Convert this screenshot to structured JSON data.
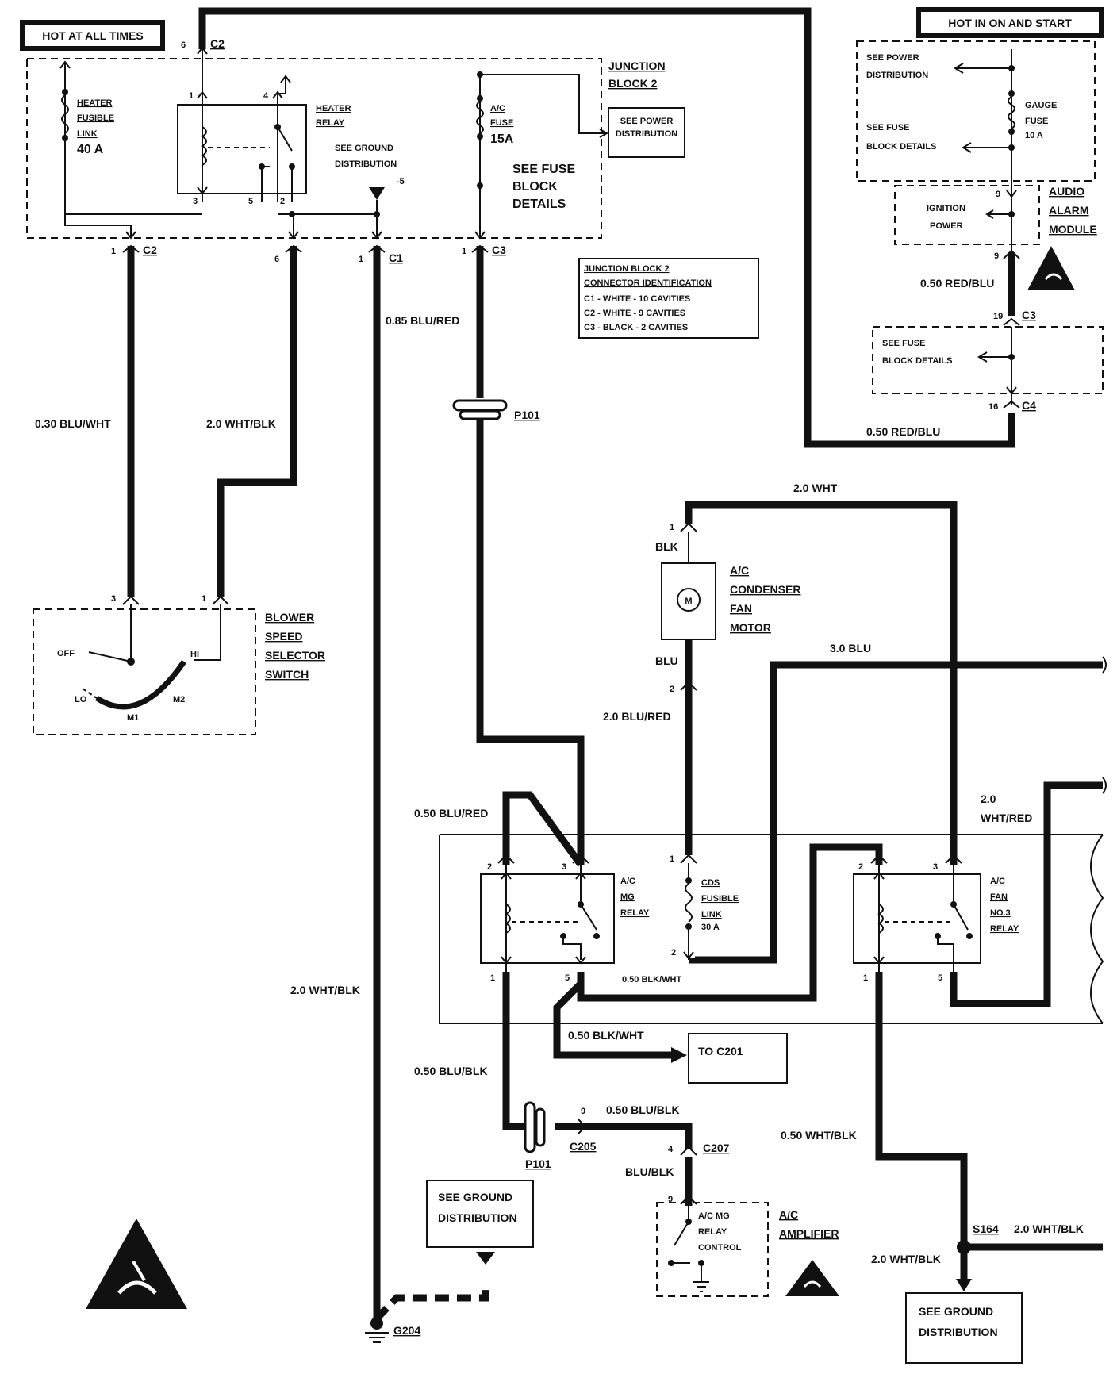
{
  "labels": {
    "hot_at_all_times": "HOT AT ALL TIMES",
    "hot_in_on_and_start": "HOT IN ON AND START",
    "junction_block_2_l1": "JUNCTION",
    "junction_block_2_l2": "BLOCK 2",
    "see_power_dist_l1": "SEE POWER",
    "see_power_dist_l2": "DISTRIBUTION",
    "heater_fusible_l1": "HEATER",
    "heater_fusible_l2": "FUSIBLE",
    "heater_fusible_l3": "LINK",
    "heater_fusible_rating": "40 A",
    "heater_relay_l1": "HEATER",
    "heater_relay_l2": "RELAY",
    "see_ground_dist_l1": "SEE GROUND",
    "see_ground_dist_l2": "DISTRIBUTION",
    "ground_ref": "-5",
    "ac_fuse_l1": "A/C",
    "ac_fuse_l2": "FUSE",
    "ac_fuse_rating": "15A",
    "see_fuse_block_l1": "SEE FUSE",
    "see_fuse_block_l2": "BLOCK",
    "see_fuse_block_l3": "DETAILS",
    "jb2_conn_title_l1": "JUNCTION BLOCK 2",
    "jb2_conn_title_l2": "CONNECTOR IDENTIFICATION",
    "jb2_conn_c1": "C1 - WHITE - 10 CAVITIES",
    "jb2_conn_c2": "C2 - WHITE - 9 CAVITIES",
    "jb2_conn_c3": "C3 - BLACK - 2 CAVITIES",
    "see_power_dist_r_l1": "SEE POWER",
    "see_power_dist_r_l2": "DISTRIBUTION",
    "see_fuse_r_l1": "SEE FUSE",
    "see_fuse_r_l2": "BLOCK DETAILS",
    "gauge_fuse_l1": "GAUGE",
    "gauge_fuse_l2": "FUSE",
    "gauge_fuse_rating": "10 A",
    "ignition_power_l1": "IGNITION",
    "ignition_power_l2": "POWER",
    "audio_alarm_l1": "AUDIO",
    "audio_alarm_l2": "ALARM",
    "audio_alarm_l3": "MODULE",
    "see_fuse_r2_l1": "SEE FUSE",
    "see_fuse_r2_l2": "BLOCK DETAILS",
    "blower_l1": "BLOWER",
    "blower_l2": "SPEED",
    "blower_l3": "SELECTOR",
    "blower_l4": "SWITCH",
    "sw_off": "OFF",
    "sw_hi": "HI",
    "sw_lo": "LO",
    "sw_m1": "M1",
    "sw_m2": "M2",
    "cond_fan_l1": "A/C",
    "cond_fan_l2": "CONDENSER",
    "cond_fan_l3": "FAN",
    "cond_fan_l4": "MOTOR",
    "motor_m": "M",
    "mg_relay_l1": "A/C",
    "mg_relay_l2": "MG",
    "mg_relay_l3": "RELAY",
    "cds_l1": "CDS",
    "cds_l2": "FUSIBLE",
    "cds_l3": "LINK",
    "cds_rating": "30 A",
    "fan3_l1": "A/C",
    "fan3_l2": "FAN",
    "fan3_l3": "NO.3",
    "fan3_l4": "RELAY",
    "to_c201": "TO C201",
    "see_ground_bl_l1": "SEE GROUND",
    "see_ground_bl_l2": "DISTRIBUTION",
    "amp_ctrl_l1": "A/C MG",
    "amp_ctrl_l2": "RELAY",
    "amp_ctrl_l3": "CONTROL",
    "amp_l1": "A/C",
    "amp_l2": "AMPLIFIER",
    "see_ground_br_l1": "SEE GROUND",
    "see_ground_br_l2": "DISTRIBUTION"
  },
  "wires": {
    "w_030_bluwht": "0.30 BLU/WHT",
    "w_20_whtblk_a": "2.0 WHT/BLK",
    "w_085_blured": "0.85 BLU/RED",
    "w_20_whtblk_b": "2.0 WHT/BLK",
    "w_050_redblu_a": "0.50 RED/BLU",
    "w_050_redblu_b": "0.50 RED/BLU",
    "w_20_wht": "2.0 WHT",
    "w_blk": "BLK",
    "w_blu": "BLU",
    "w_30_blu": "3.0 BLU",
    "w_20_blured": "2.0 BLU/RED",
    "w_20_whtred_l1": "2.0",
    "w_20_whtred_l2": "WHT/RED",
    "w_050_blured": "0.50 BLU/RED",
    "w_050_blkwht_a": "0.50 BLK/WHT",
    "w_050_blkwht_b": "0.50 BLK/WHT",
    "w_050_blublk_a": "0.50 BLU/BLK",
    "w_050_blublk_b": "0.50 BLU/BLK",
    "w_blublk": "BLU/BLK",
    "w_050_whtblk": "0.50 WHT/BLK",
    "w_20_whtblk_c": "2.0 WHT/BLK",
    "w_20_whtblk_d": "2.0 WHT/BLK"
  },
  "connectors": {
    "c2_top": "C2",
    "c2_top_pin": "6",
    "c2_bot": "C2",
    "c2_bot_pin": "1",
    "c_pin6": "6",
    "c1": "C1",
    "c1_pin": "1",
    "c3": "C3",
    "c3_pin": "1",
    "p101_a": "P101",
    "p101_b": "P101",
    "c205": "C205",
    "c205_pin": "9",
    "c207": "C207",
    "c207_pin": "4",
    "amp_pin": "9",
    "g204": "G204",
    "s164": "S164",
    "rc3": "C3",
    "rc3_pin": "19",
    "rc4": "C4",
    "rc4_pin": "16",
    "audio_pin_top": "9",
    "audio_pin_bot": "9",
    "relay_pin1": "1",
    "relay_pin2": "2",
    "relay_pin3": "3",
    "relay_pin4": "4",
    "relay_pin5": "5",
    "sw_pin3": "3",
    "sw_pin1": "1",
    "motor_pin1": "1",
    "motor_pin2": "2",
    "mg_pin2": "2",
    "mg_pin3": "3",
    "mg_pin1": "1",
    "mg_pin5": "5",
    "cds_pin1": "1",
    "cds_pin2": "2",
    "f3_pin2": "2",
    "f3_pin3": "3",
    "f3_pin1": "1",
    "f3_pin5": "5"
  }
}
